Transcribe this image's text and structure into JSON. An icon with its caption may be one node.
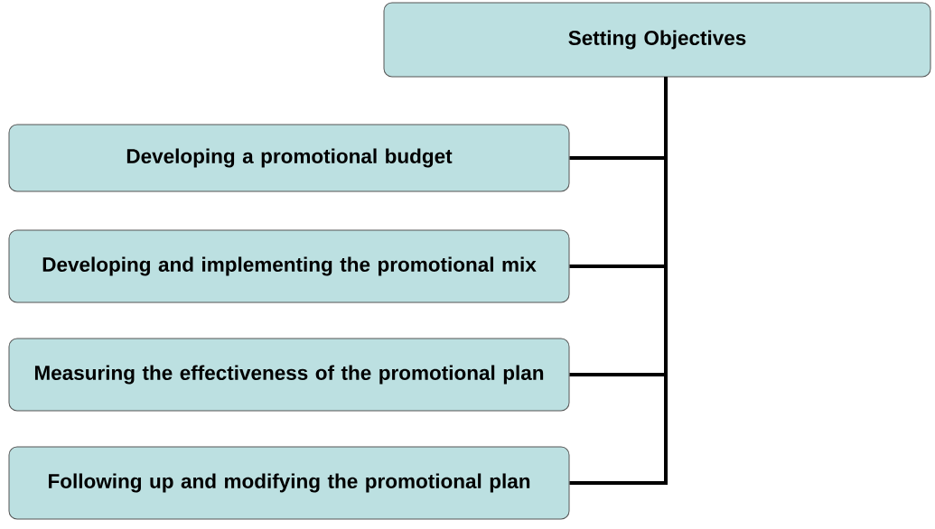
{
  "diagram": {
    "nodes": [
      {
        "text": [
          "Setting Objectives"
        ]
      },
      {
        "text": [
          "Developing a promotional budget"
        ]
      },
      {
        "text": [
          "Developing and implementing the promotional mix"
        ]
      },
      {
        "text": [
          "Measuring the effectiveness of the promotional plan"
        ]
      },
      {
        "text": [
          "Following up and modifying the promotional plan"
        ]
      }
    ],
    "edges": [
      {
        "from": 0,
        "to": 1,
        "arrow": "none"
      },
      {
        "from": 0,
        "to": 2,
        "arrow": "none"
      },
      {
        "from": 0,
        "to": 3,
        "arrow": "none"
      },
      {
        "from": 0,
        "to": 4,
        "arrow": "none"
      }
    ]
  }
}
